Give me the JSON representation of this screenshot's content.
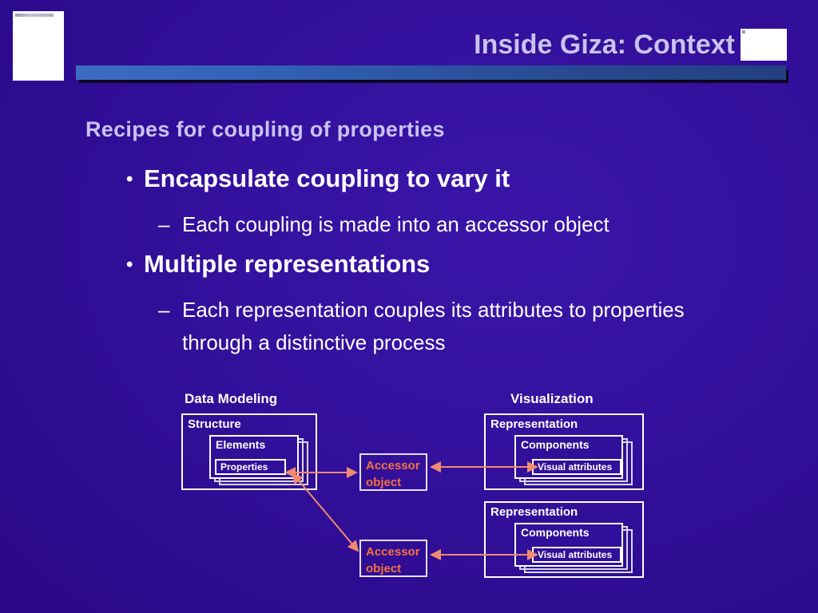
{
  "slide": {
    "title": "Inside Giza: Context",
    "section_heading": "Recipes for coupling of properties",
    "background_color": "#30109a",
    "title_color": "#c9c2f2",
    "accent_bar_color": "#3566bb",
    "body_text_color": "#ffffff",
    "accessor_text_color": "#f4713f",
    "arrow_color": "#f08a70"
  },
  "bullets": [
    {
      "marker": "•",
      "text": "Encapsulate coupling to vary it",
      "sub": [
        {
          "marker": "–",
          "text": "Each coupling is made into an accessor object"
        }
      ]
    },
    {
      "marker": "•",
      "text": "Multiple representations",
      "sub": [
        {
          "marker": "–",
          "text": "Each representation couples its attributes to properties through a distinctive process"
        }
      ]
    }
  ],
  "diagram": {
    "column_labels": {
      "left": "Data Modeling",
      "right": "Visualization"
    },
    "left_stack": {
      "outer": "Structure",
      "middle": "Elements",
      "inner": "Properties"
    },
    "right_stacks": [
      {
        "outer": "Representation",
        "middle": "Components",
        "inner": "Visual attributes"
      },
      {
        "outer": "Representation",
        "middle": "Components",
        "inner": "Visual attributes"
      }
    ],
    "accessors": [
      {
        "line1": "Accessor",
        "line2": "object"
      },
      {
        "line1": "Accessor",
        "line2": "object"
      }
    ]
  }
}
